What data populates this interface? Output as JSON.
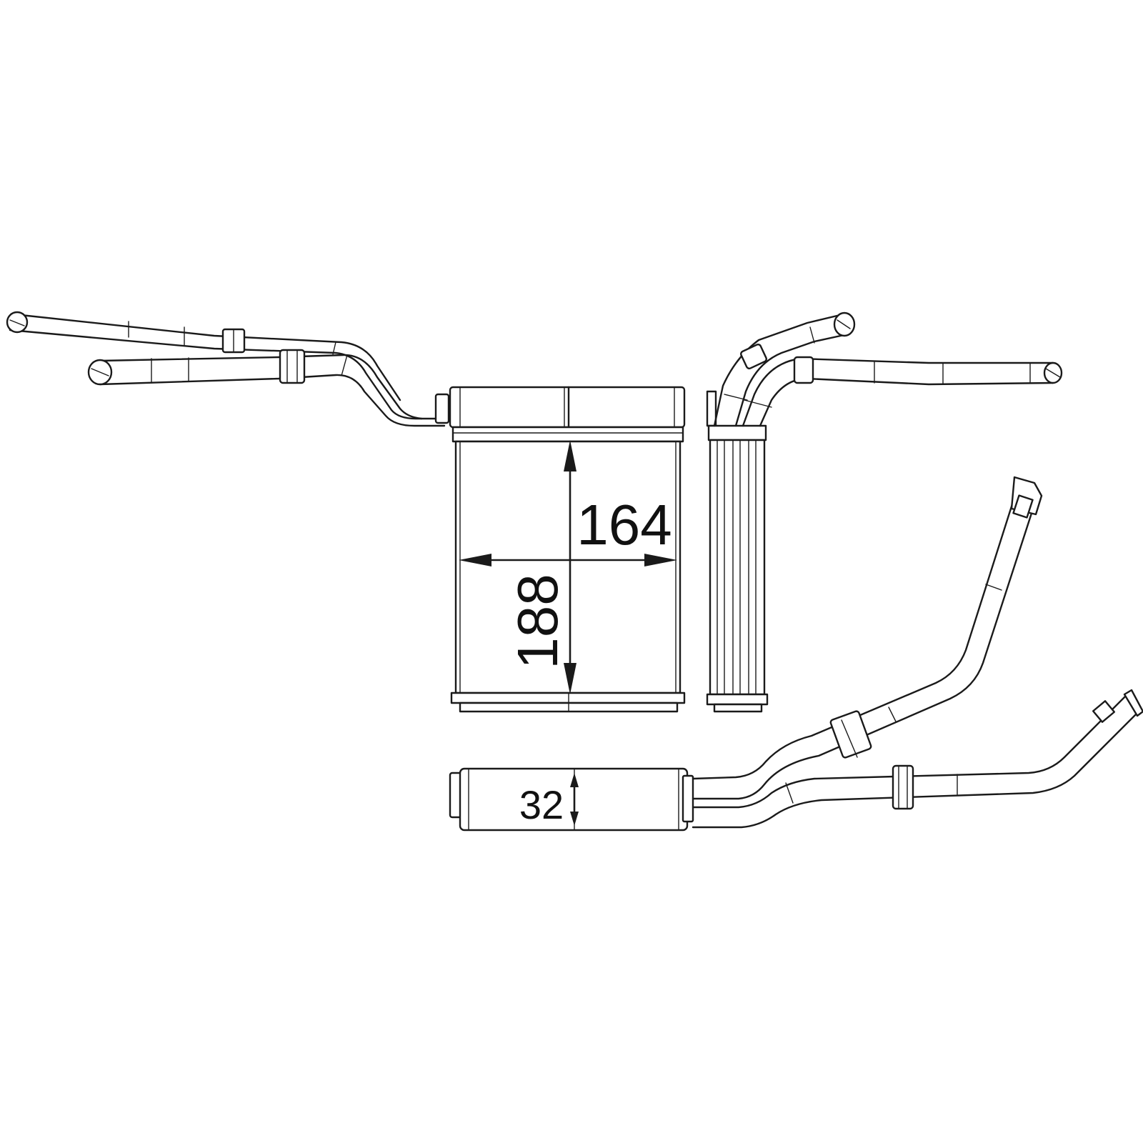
{
  "dimensions": {
    "height": "164",
    "width": "188",
    "depth": "32"
  },
  "colors": {
    "line": "#1a1a1a",
    "background": "#ffffff"
  }
}
